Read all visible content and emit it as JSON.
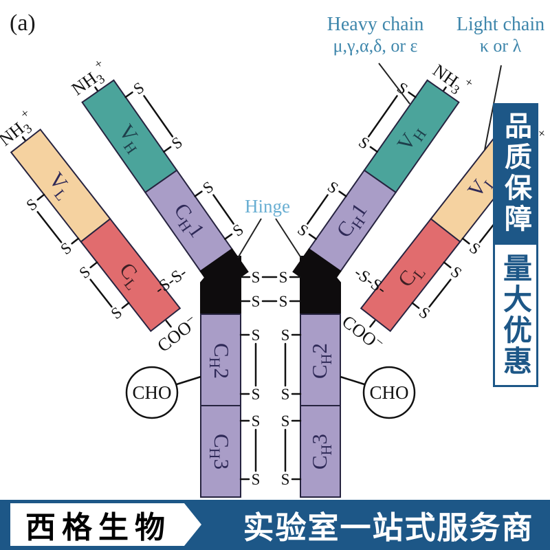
{
  "figure_label": "(a)",
  "annotations": {
    "heavy_chain_title": "Heavy chain",
    "heavy_chain_subtitle": "μ,γ,α,δ, or ε",
    "light_chain_title": "Light chain",
    "light_chain_subtitle": "κ or λ",
    "hinge_label": "Hinge",
    "cho_label": "CHO",
    "sulfur": "S",
    "interchain_bond": "-S-S-",
    "amino_terminus": {
      "base": "NH",
      "sub": "3",
      "sup": "+"
    },
    "carboxy_terminus": {
      "base": "COO",
      "sup": "−"
    }
  },
  "domains": {
    "vh": {
      "base": "V",
      "sub": "H"
    },
    "vl": {
      "base": "V",
      "sub": "L"
    },
    "cl": {
      "base": "C",
      "sub": "L"
    },
    "ch1": {
      "base": "C",
      "sub": "H",
      "num": "1"
    },
    "ch2": {
      "base": "C",
      "sub": "H",
      "num": "2"
    },
    "ch3": {
      "base": "C",
      "sub": "H",
      "num": "3"
    }
  },
  "overlays": {
    "banner_top": "品质保障",
    "banner_bottom": "量大优惠",
    "footer_brand": "西格生物",
    "footer_tagline": "实验室一站式服务商"
  },
  "colors": {
    "variable_heavy_fill": "#4ba49b",
    "constant_heavy_fill": "#a99dc7",
    "variable_light_fill": "#f5d2a0",
    "constant_light_fill": "#e16c6e",
    "hinge_fill": "#0e0c0d",
    "chain_label_blue": "#3e86ab",
    "hinge_label_blue": "#68aed2",
    "overlay_blue": "#1d5787"
  }
}
